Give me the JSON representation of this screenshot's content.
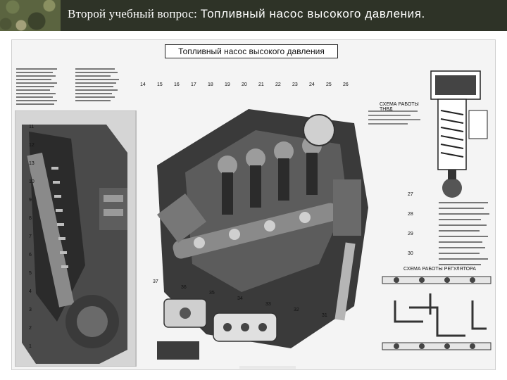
{
  "slide": {
    "title_prefix": "Второй учебный вопрос:",
    "title_subject": "Топливный насос высокого давления."
  },
  "poster": {
    "title": "Топливный насос высокого давления",
    "callouts_top": [
      "14",
      "15",
      "16",
      "17",
      "18",
      "19",
      "20",
      "21",
      "22",
      "23",
      "24",
      "25",
      "26"
    ],
    "callouts_left": [
      "11",
      "12",
      "13",
      "10",
      "9",
      "8",
      "7",
      "6",
      "5",
      "4",
      "3",
      "2",
      "1"
    ],
    "callouts_right": [
      "27",
      "28",
      "29",
      "30"
    ],
    "callouts_bottom": [
      "37",
      "36",
      "35",
      "34",
      "33",
      "32",
      "31"
    ],
    "scheme_label": "СХЕМА РАБОТЫ РЕГУЛЯТОРА",
    "notes_label": "СХЕМА РАБОТЫ ТНВД"
  },
  "colors": {
    "header_bg": "#2e3327",
    "poster_bg": "#f4f4f4",
    "metal_dark": "#2a2a2a",
    "metal_mid": "#7a7a7a"
  }
}
